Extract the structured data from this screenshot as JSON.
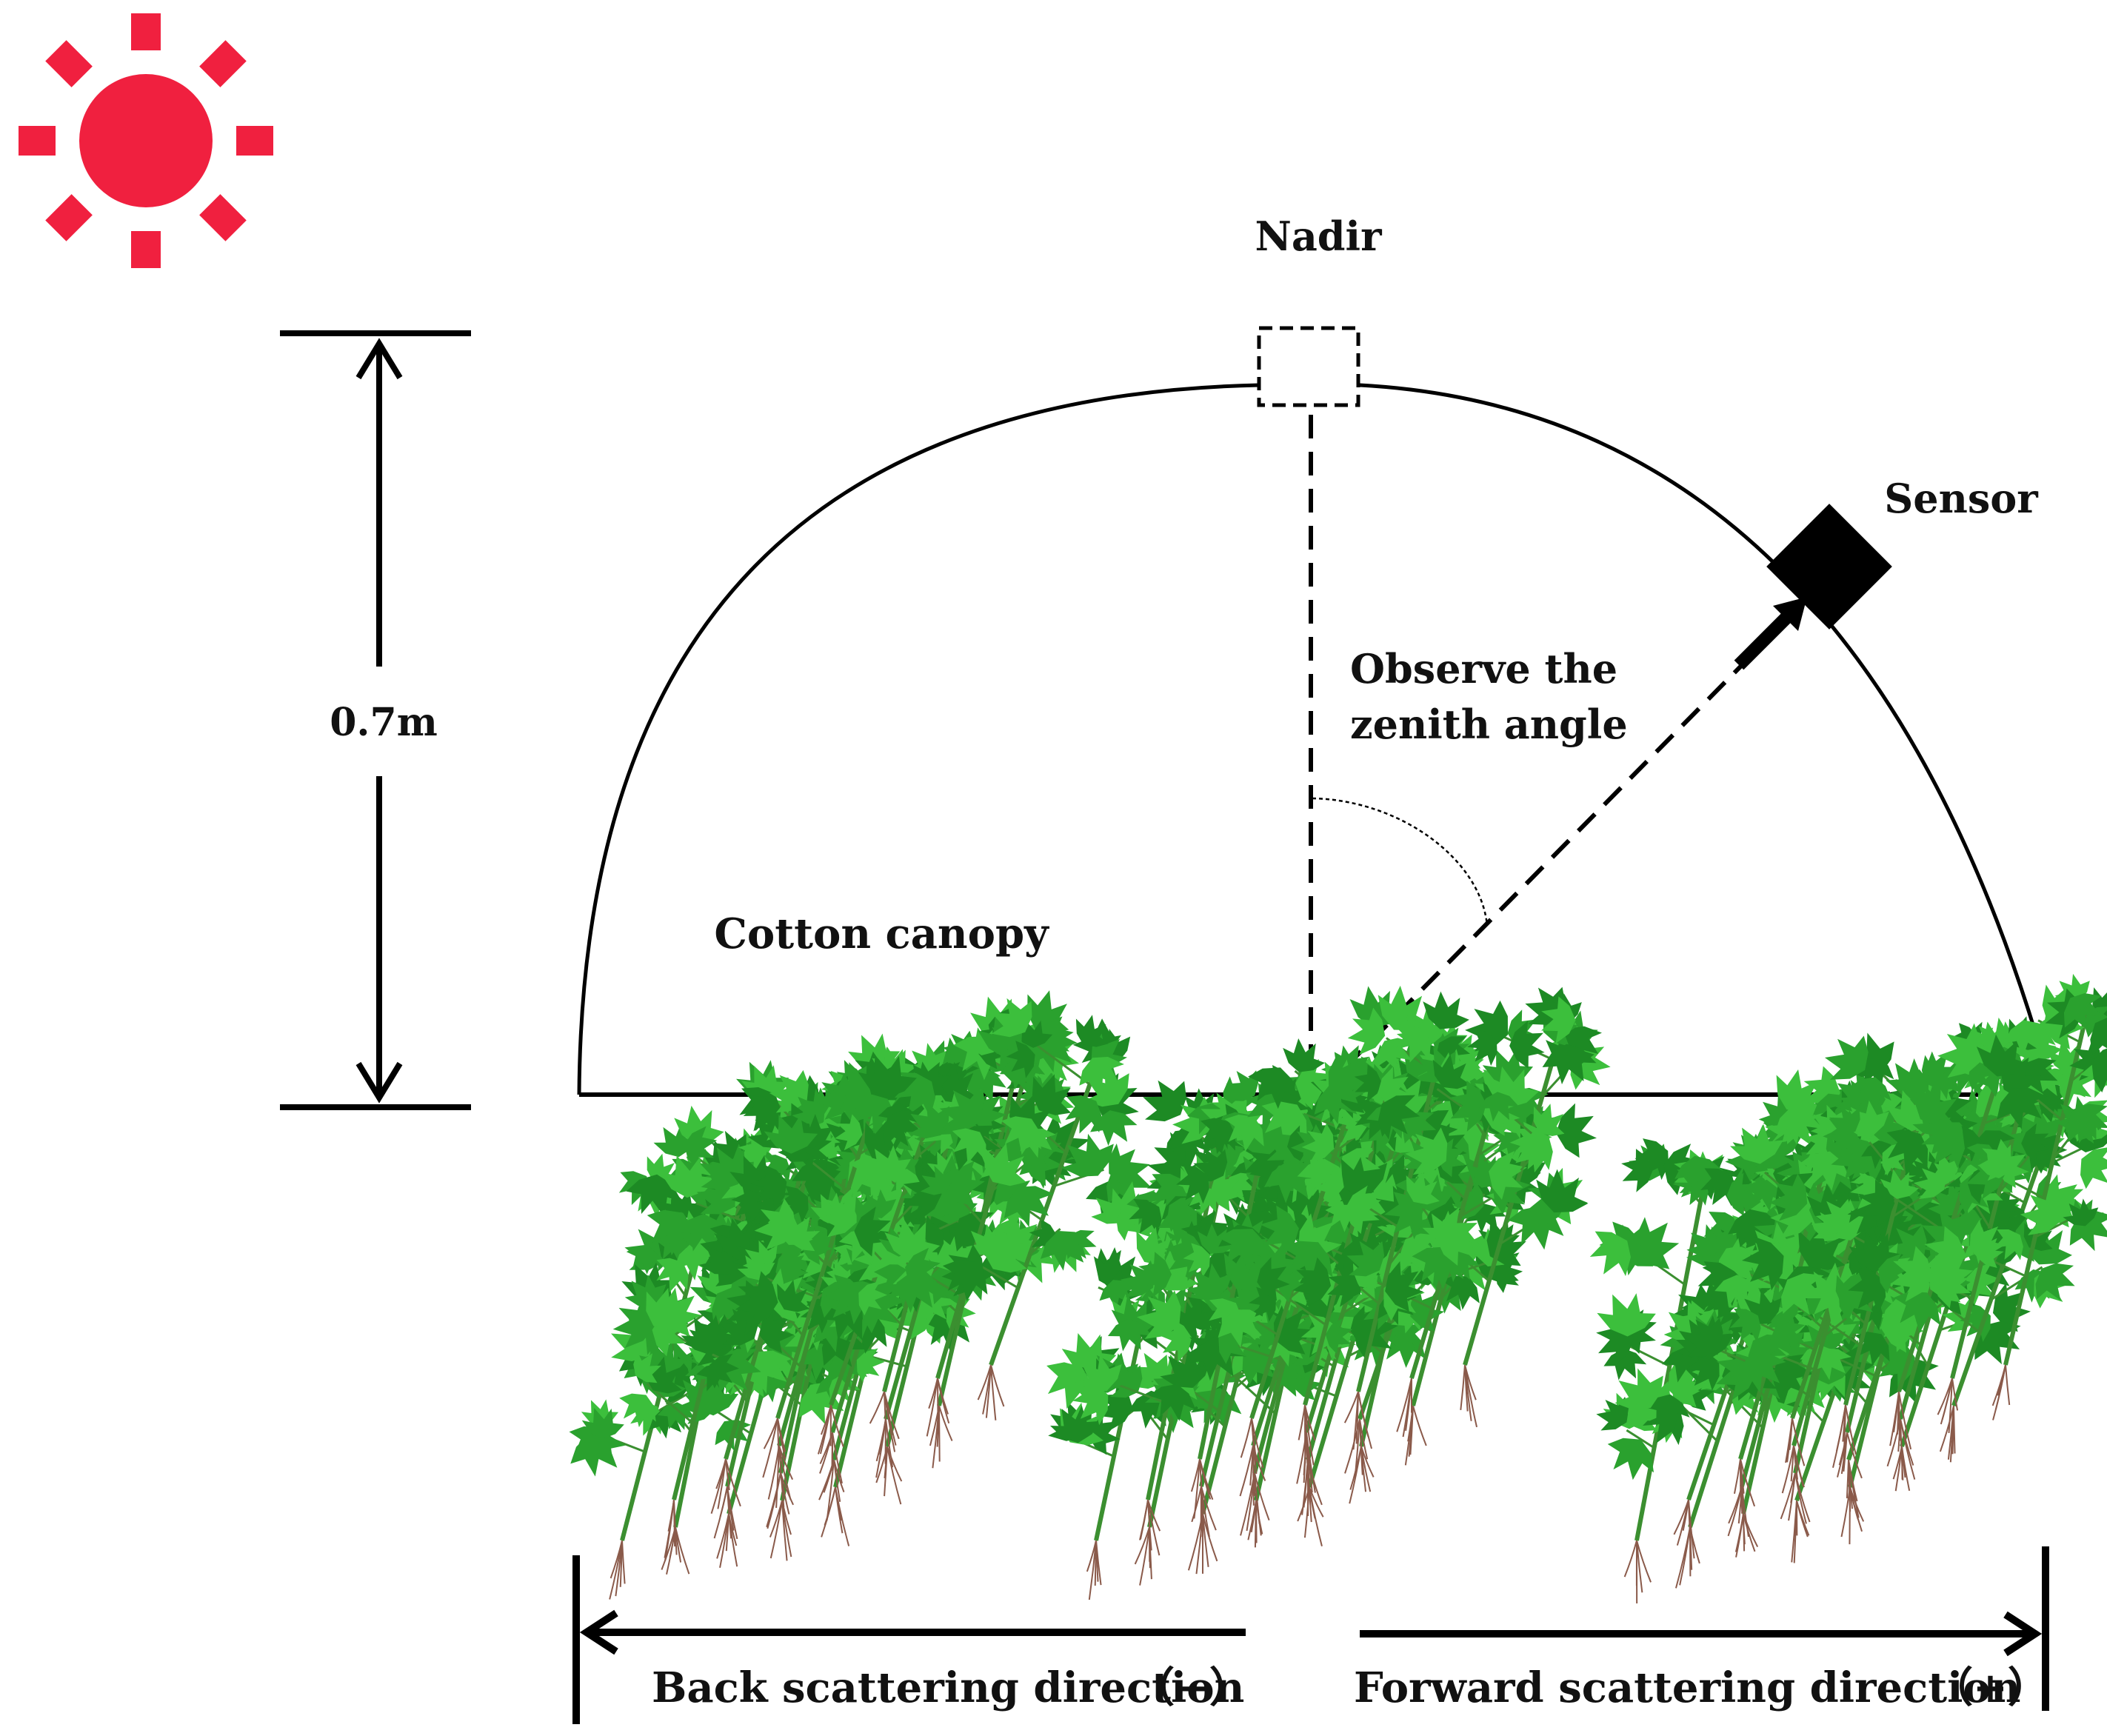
{
  "labels": {
    "nadir": "Nadir",
    "sensor": "Sensor",
    "height": "0.7m",
    "zenith_line1": "Observe the",
    "zenith_line2": "zenith angle",
    "canopy": "Cotton canopy",
    "back_scatter": "Back scattering direction",
    "back_sign": "（−）",
    "forward_scatter": "Forward scattering direction",
    "forward_sign": "（+）"
  },
  "icons": {
    "sun": "sun-icon",
    "sensor": "sensor-icon",
    "plants": "cotton-plant-icon"
  },
  "colors": {
    "sun": "#f0203f",
    "line": "#000000",
    "leaf": "#2aa12e",
    "leaf_dark": "#1d8a24",
    "leaf_light": "#3cbf3c",
    "stem": "#3b8f30",
    "root": "#8a5a4a"
  }
}
